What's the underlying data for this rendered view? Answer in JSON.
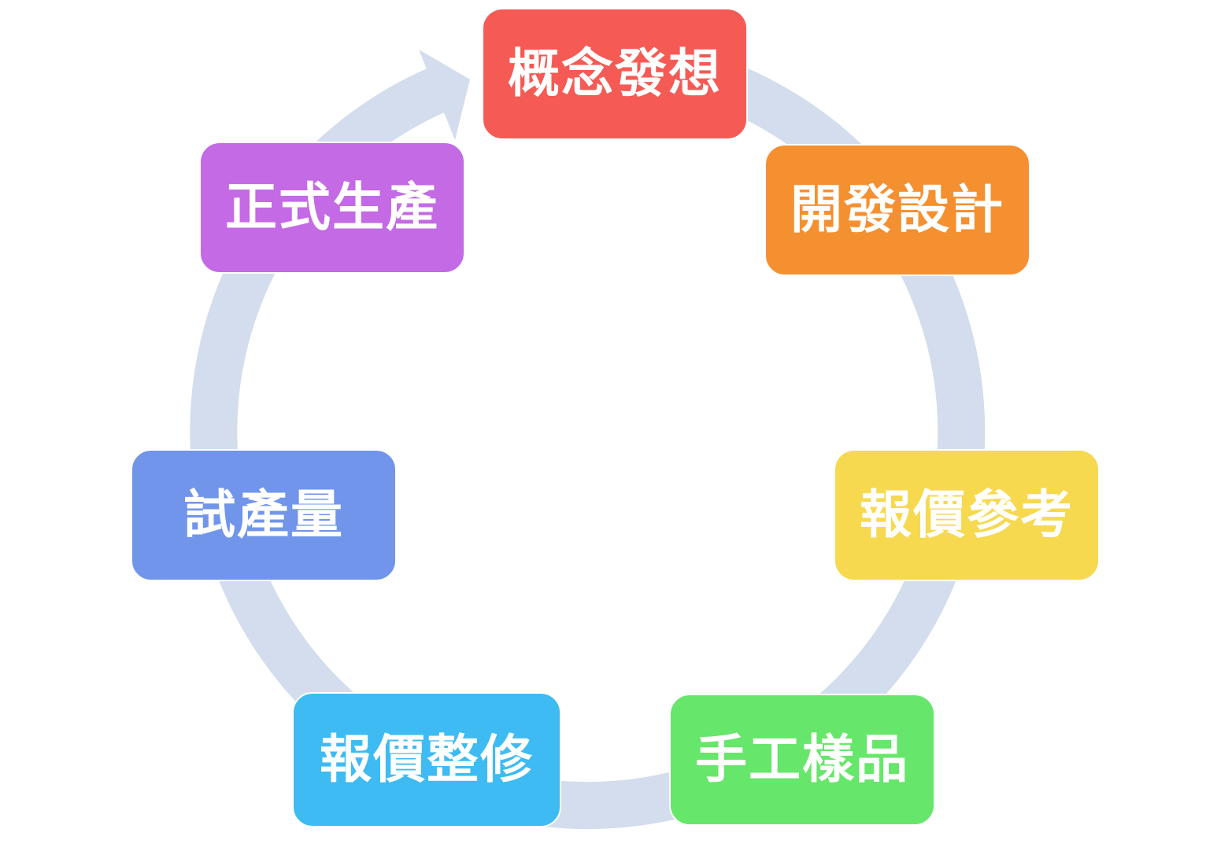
{
  "colors": {
    "ring": "#d3dded",
    "text": "#ffffff"
  },
  "stages": [
    {
      "label": "概念發想",
      "color": "#f55a55"
    },
    {
      "label": "開發設計",
      "color": "#f59030"
    },
    {
      "label": "報價參考",
      "color": "#f7d94f"
    },
    {
      "label": "手工樣品",
      "color": "#66e66a"
    },
    {
      "label": "報價整修",
      "color": "#3ebbf2"
    },
    {
      "label": "試產量",
      "color": "#7095ea"
    },
    {
      "label": "正式生產",
      "color": "#c36ae4"
    }
  ]
}
